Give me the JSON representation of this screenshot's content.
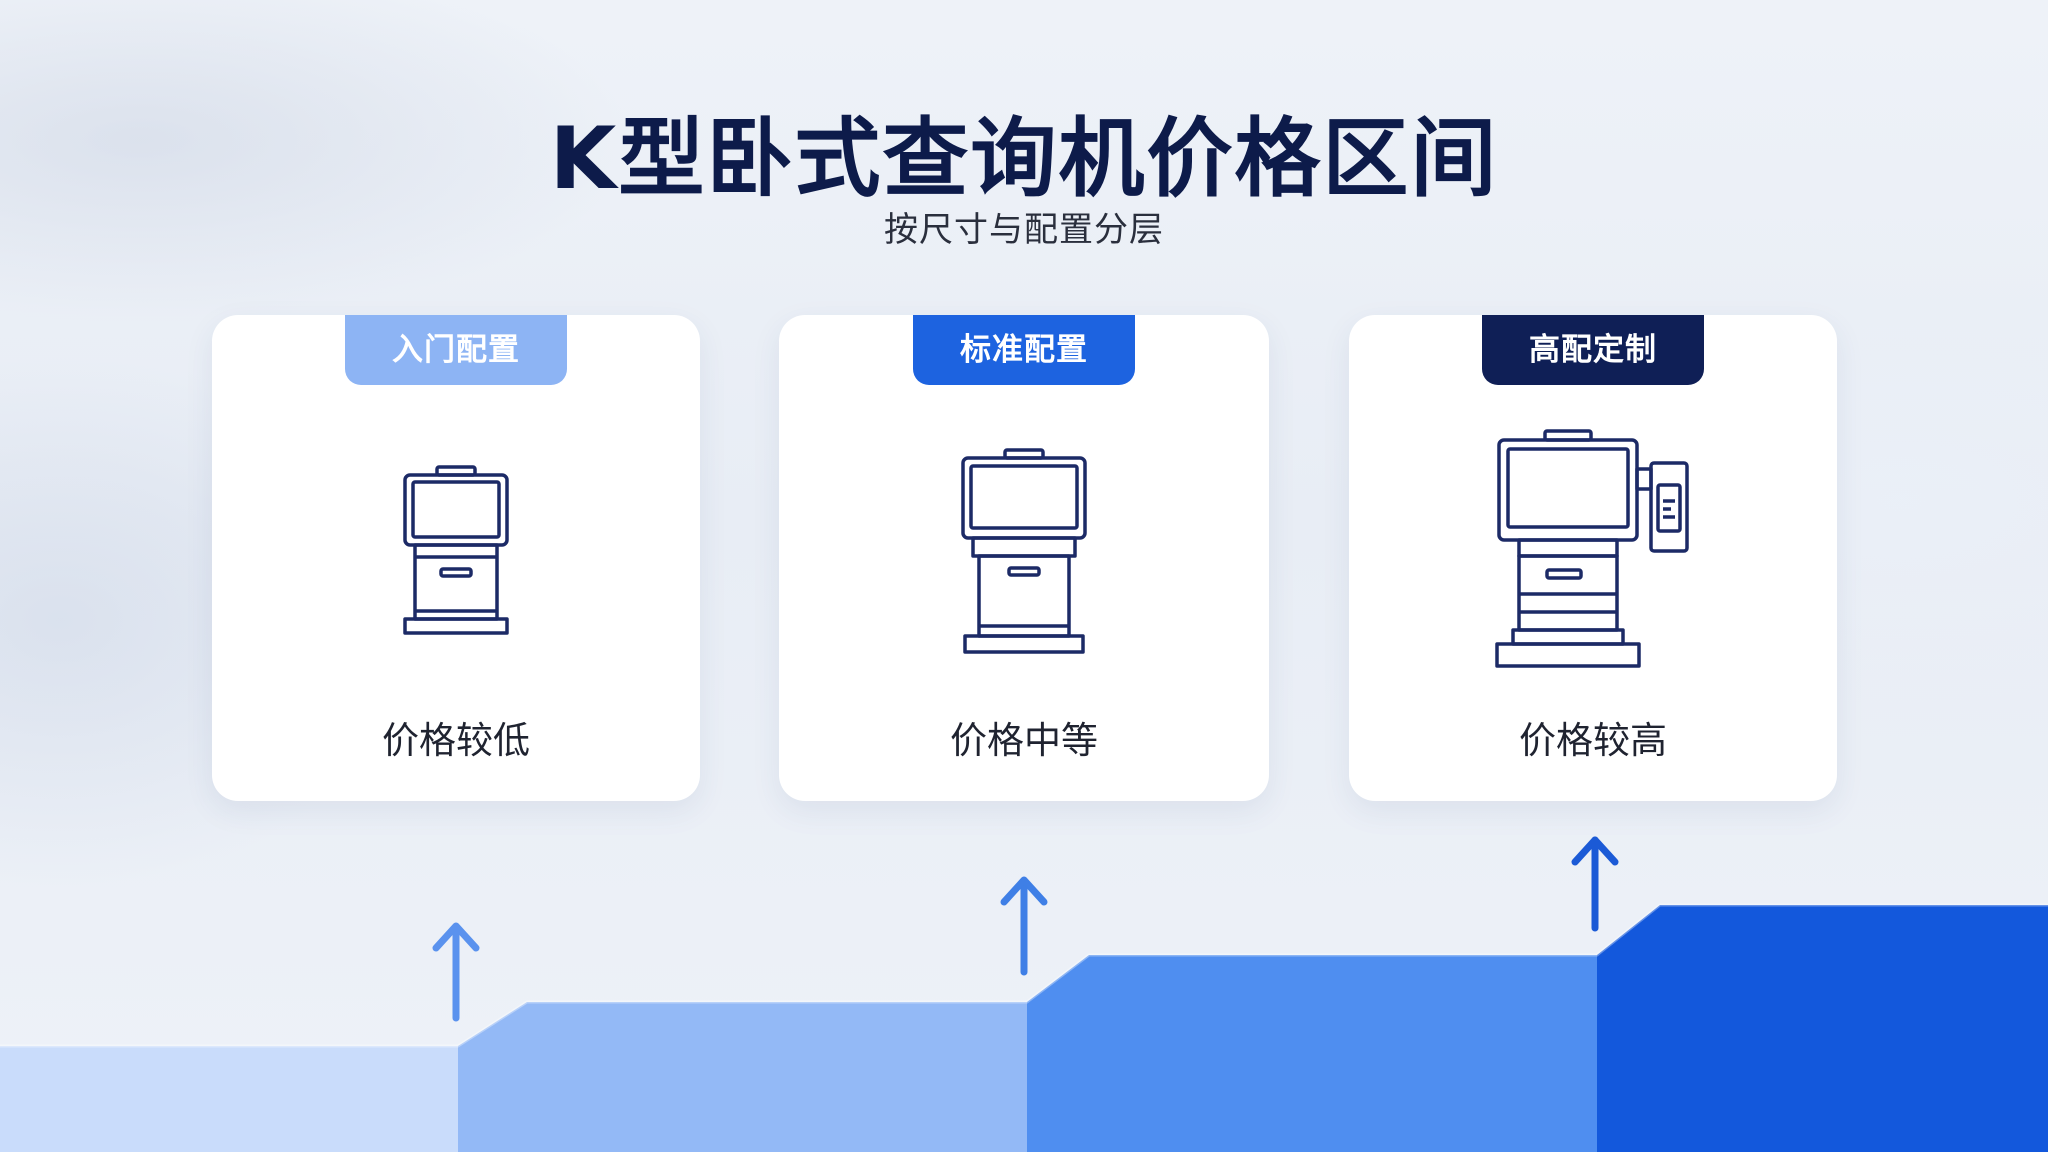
{
  "title": "K型卧式查询机价格区间",
  "subtitle": "按尺寸与配置分层",
  "tiers": [
    {
      "badge": "入门配置",
      "price": "价格较低",
      "icon": "small-kiosk-icon"
    },
    {
      "badge": "标准配置",
      "price": "价格中等",
      "icon": "standard-kiosk-icon"
    },
    {
      "badge": "高配定制",
      "price": "价格较高",
      "icon": "custom-kiosk-with-scanner-icon"
    }
  ],
  "colors": {
    "title": "#0d1b4a",
    "icon_stroke": "#1c2a66",
    "badge_entry": "#8db4f4",
    "badge_standard": "#1d63e0",
    "badge_custom": "#0f1f56",
    "step_light": "#a9c8f8",
    "step_dark": "#0f59dc",
    "arrow": "#3f7fe6"
  }
}
